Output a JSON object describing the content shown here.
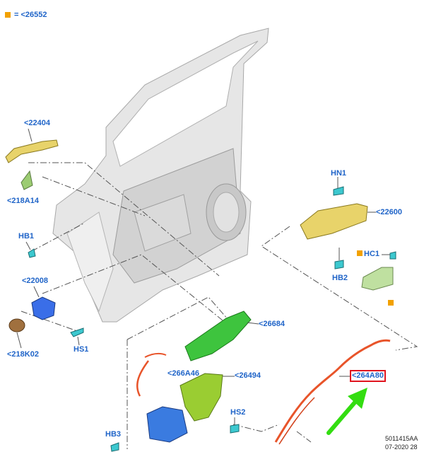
{
  "legend": {
    "symbol_color": "#f2a100",
    "text": "= <26552"
  },
  "callouts": {
    "c22404": "<22404",
    "c218A14": "<218A14",
    "cHB1": "HB1",
    "c22008": "<22008",
    "c218K02": "<218K02",
    "cHS1": "HS1",
    "cHN1": "HN1",
    "c22600": "<22600",
    "cHC1": "HC1",
    "cHB2": "HB2",
    "c26684": "<26684",
    "c266A46": "<266A46",
    "c26494": "<26494",
    "cHS2": "HS2",
    "cHB3": "HB3",
    "c264A80": "<264A80"
  },
  "selected_callout": "<264A80",
  "colors": {
    "callout_text": "#1f64c8",
    "highlight_box": "#e0141e",
    "arrow": "#33dd11",
    "door_panel": "#dcdcdc",
    "handle": "#e8d36a",
    "latch_cable": "#e8542a",
    "lock_module": "#3a7be0",
    "green_part": "#3ec43e",
    "bracket": "#9acd32"
  },
  "footer": {
    "drawing_id": "5011415AA",
    "date": "07-2020 28"
  }
}
